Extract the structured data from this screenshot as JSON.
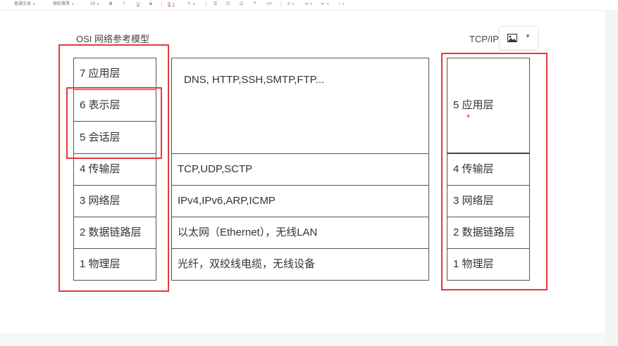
{
  "toolbar": {
    "paragraph_style": "普通文本",
    "font_family": "微软雅黑",
    "font_size": "14",
    "bold": "B",
    "italic": "I",
    "underline": "U",
    "strikethrough": "S",
    "font_color": "A",
    "quote": "❝",
    "code": "</>"
  },
  "osi": {
    "title": "OSI 网络参考模型",
    "layers": [
      "7 应用层",
      "6 表示层",
      "5 会话层",
      "4 传输层",
      "3 网络层",
      "2 数据链路层",
      "1 物理层"
    ]
  },
  "protocols": {
    "application": "DNS, HTTP,SSH,SMTP,FTP...",
    "transport": "TCP,UDP,SCTP",
    "network": "IPv4,IPv6,ARP,ICMP",
    "datalink": "以太网（Ethernet），无线LAN",
    "physical": "光纤，双绞线电缆，无线设备"
  },
  "tcpip": {
    "title": "TCP/IP",
    "layers": [
      "5 应用层",
      "4 传输层",
      "3 网络层",
      "2 数据链路层",
      "1 物理层"
    ]
  },
  "colors": {
    "highlight_border": "#e53935",
    "cell_border": "#555555"
  }
}
